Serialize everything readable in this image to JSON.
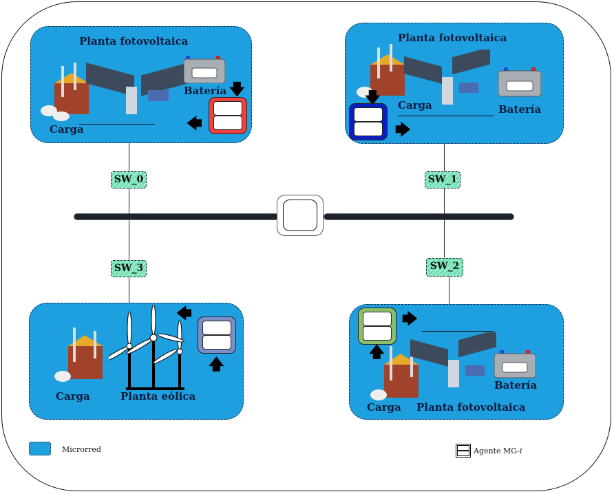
{
  "microgrids": [
    {
      "id": "mg0",
      "plant_label": "Planta fotovoltaica",
      "battery_label": "Batería",
      "load_label": "Carga",
      "agent_color": "#f04040"
    },
    {
      "id": "mg1",
      "plant_label": "Planta fotovoltaica",
      "battery_label": "Batería",
      "load_label": "Carga",
      "agent_color": "#0a1fc0"
    },
    {
      "id": "mg2",
      "plant_label": "Planta fotovoltaica",
      "battery_label": "Batería",
      "load_label": "Carga",
      "agent_color": "#8cbf6a"
    },
    {
      "id": "mg3",
      "plant_label": "Planta eólica",
      "load_label": "Carga",
      "agent_color": "#7a8fc8"
    }
  ],
  "switches": [
    "SW_0",
    "SW_1",
    "SW_2",
    "SW_3"
  ],
  "legend": {
    "microgrid": "Microrred",
    "agent": "Agente MG-",
    "agent_italic": "i"
  },
  "colors": {
    "microgrid_fill": "#1e9fe0",
    "switch_fill": "#93ecc8"
  }
}
